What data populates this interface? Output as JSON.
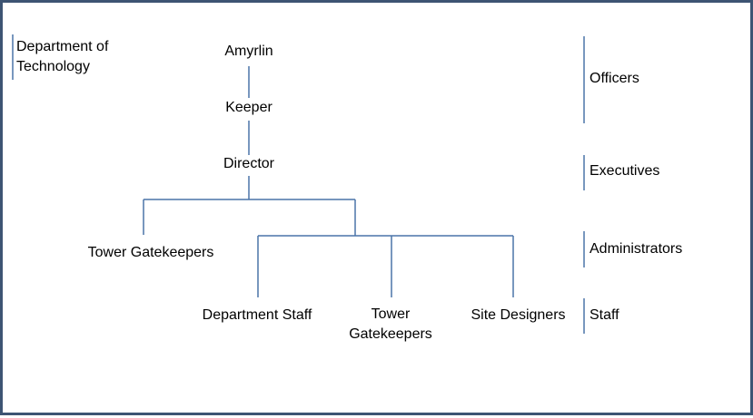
{
  "header": {
    "department": "Department of Technology"
  },
  "org": {
    "amyrlin": "Amyrlin",
    "keeper": "Keeper",
    "director": "Director",
    "tower_gatekeepers_left": "Tower Gatekeepers",
    "department_staff": "Department Staff",
    "tower_gatekeepers_mid": "Tower Gatekeepers",
    "site_designers": "Site Designers"
  },
  "levels": {
    "officers": "Officers",
    "executives": "Executives",
    "administrators": "Administrators",
    "staff": "Staff"
  },
  "colors": {
    "frame": "#3d5473",
    "connector": "#4a74a8",
    "divider": "#4a74a8",
    "text": "#000000"
  }
}
